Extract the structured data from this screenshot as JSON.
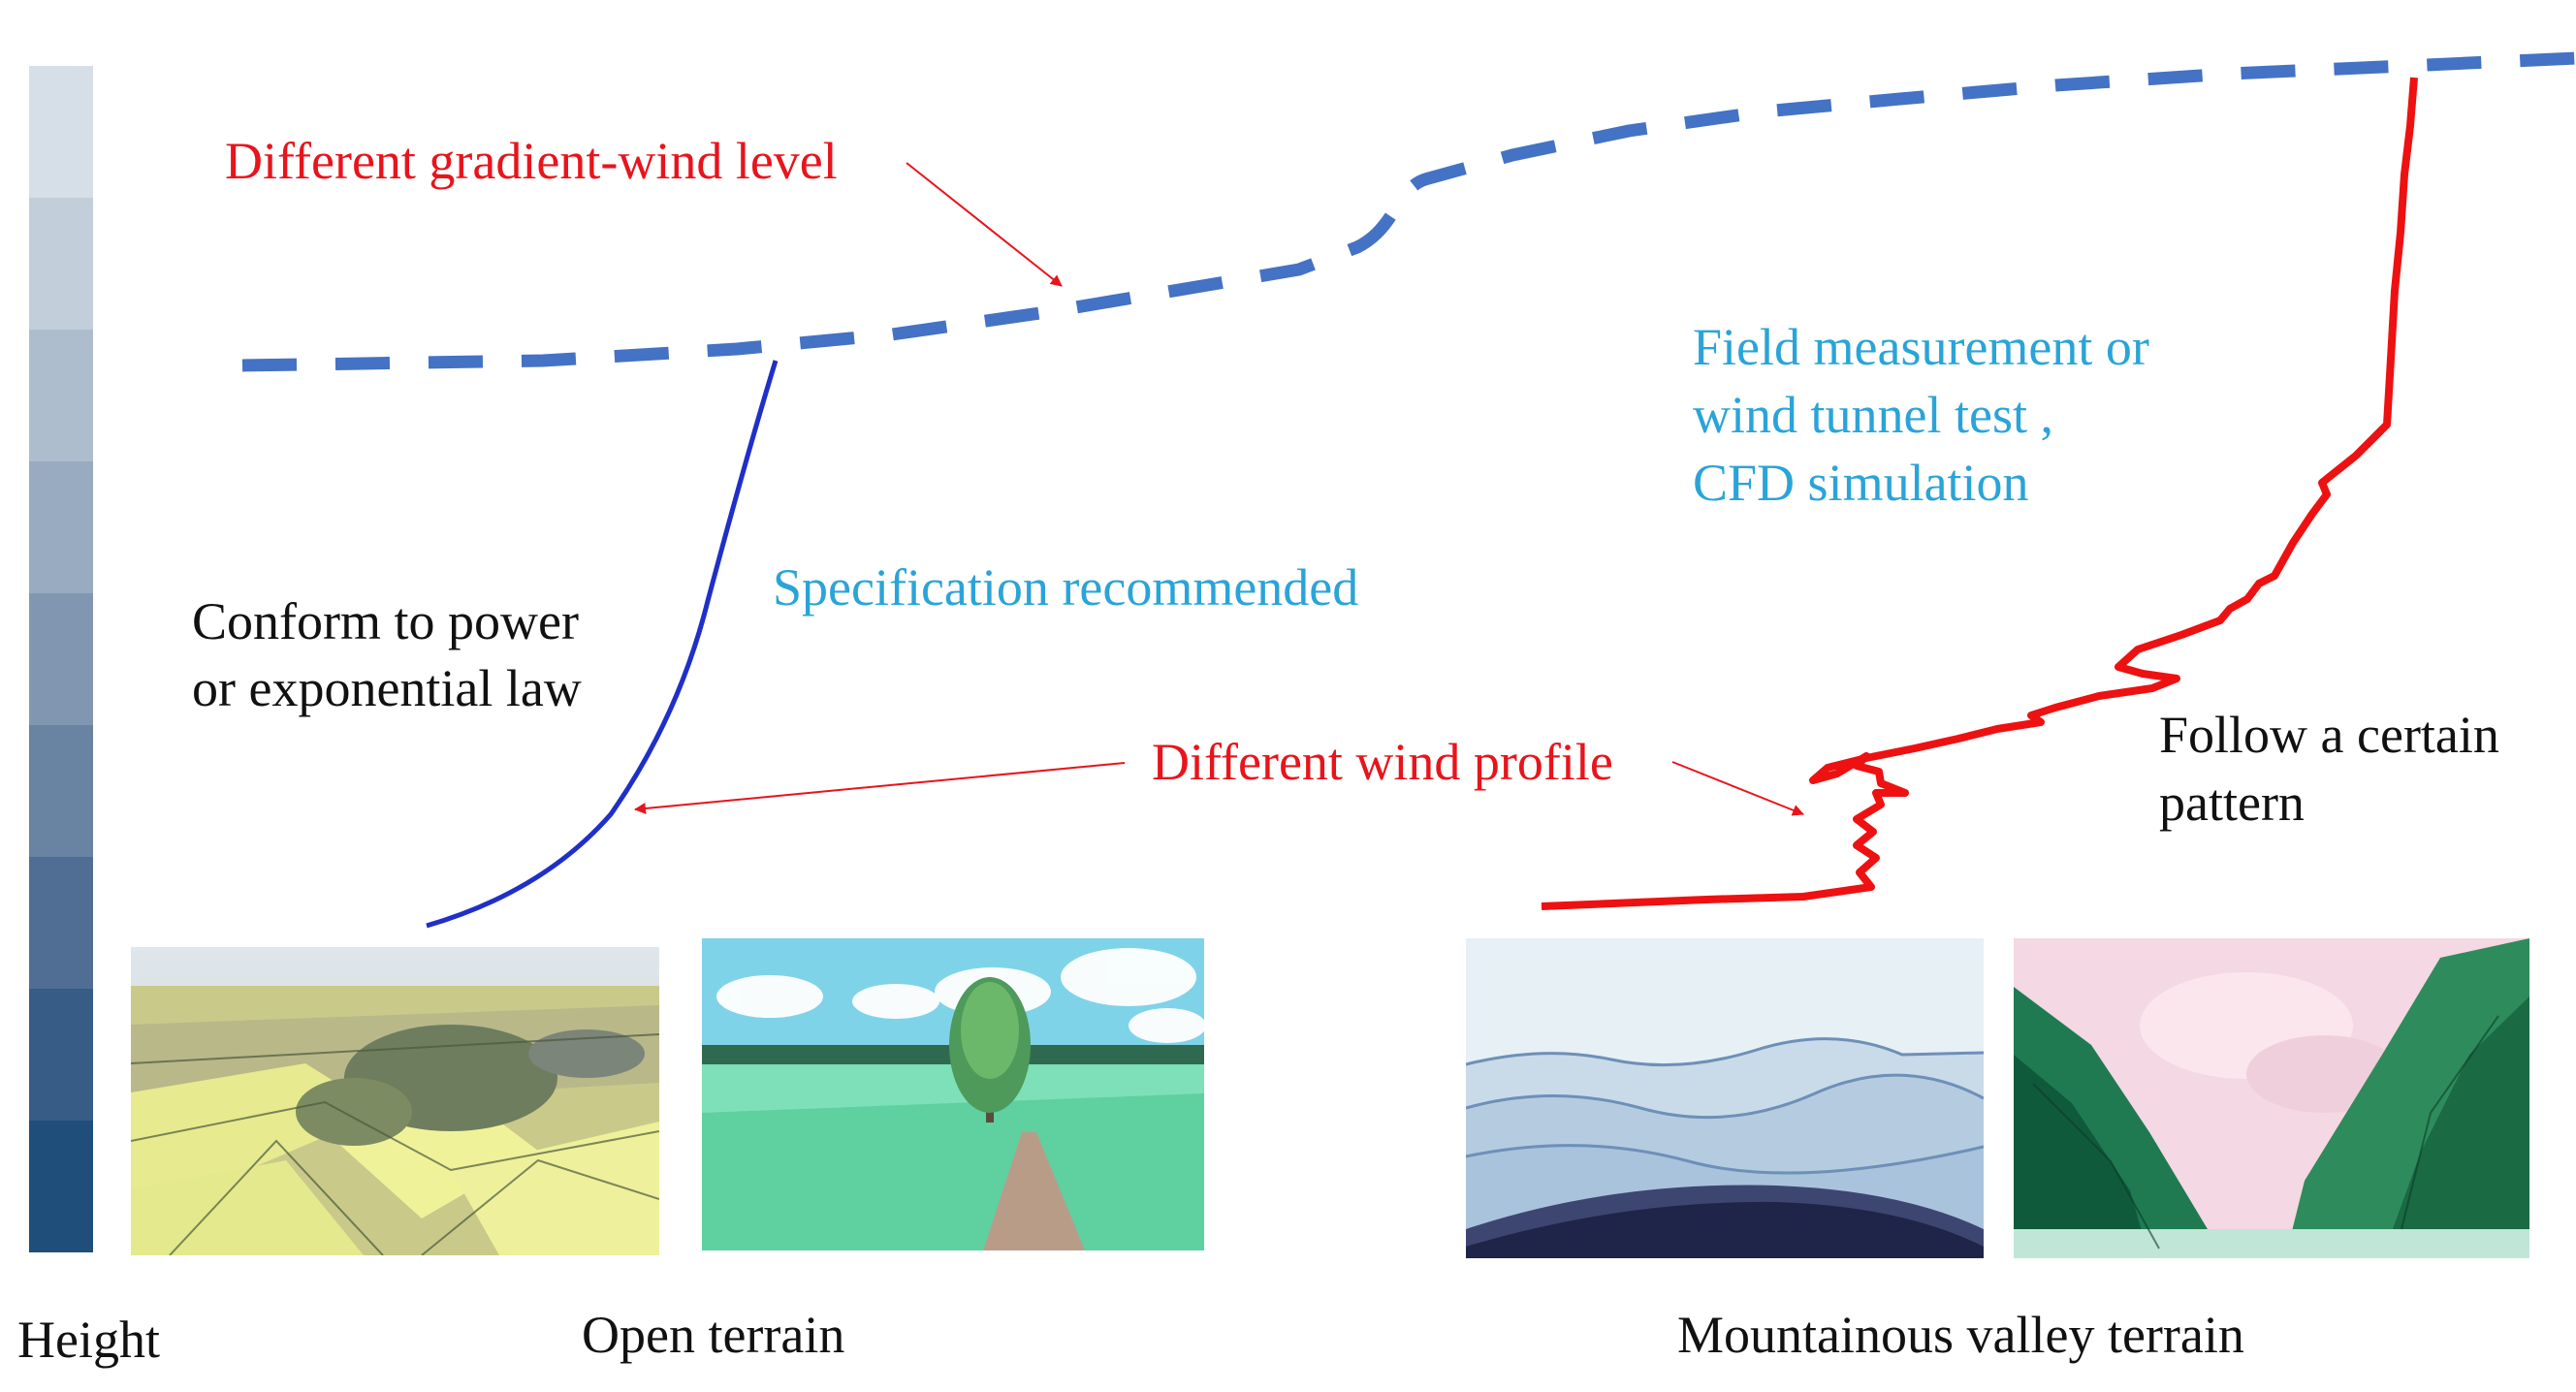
{
  "labels": {
    "gradient_wind": "Different gradient-wind level",
    "field_measurement_1": "Field measurement or",
    "field_measurement_2": "wind tunnel test ,",
    "field_measurement_3": "CFD simulation",
    "specification": "Specification recommended",
    "conform_1": "Conform to power",
    "conform_2": "or exponential law",
    "wind_profile": "Different wind profile",
    "follow_1": "Follow a certain",
    "follow_2": "pattern",
    "height": "Height",
    "open_terrain": "Open terrain",
    "mountain_terrain": "Mountainous valley terrain"
  },
  "colors": {
    "gradient_line": "#4472c4",
    "open_profile": "#1f2fc8",
    "mountain_profile": "#ee1111",
    "annotation_red": "#e8141c",
    "annotation_cyan": "#2aa4d8",
    "height_bar_top": "#d6dee7",
    "height_bar_bottom": "#1f4e7a"
  },
  "images": [
    {
      "name": "farmland-photo",
      "depicts": "farmland-aerial-sketch"
    },
    {
      "name": "meadow-photo",
      "depicts": "meadow-tree-road-sketch"
    },
    {
      "name": "mountain-layers-photo",
      "depicts": "mountain-ranges-sketch"
    },
    {
      "name": "valley-photo",
      "depicts": "green-valley-cliffs-sketch"
    }
  ]
}
